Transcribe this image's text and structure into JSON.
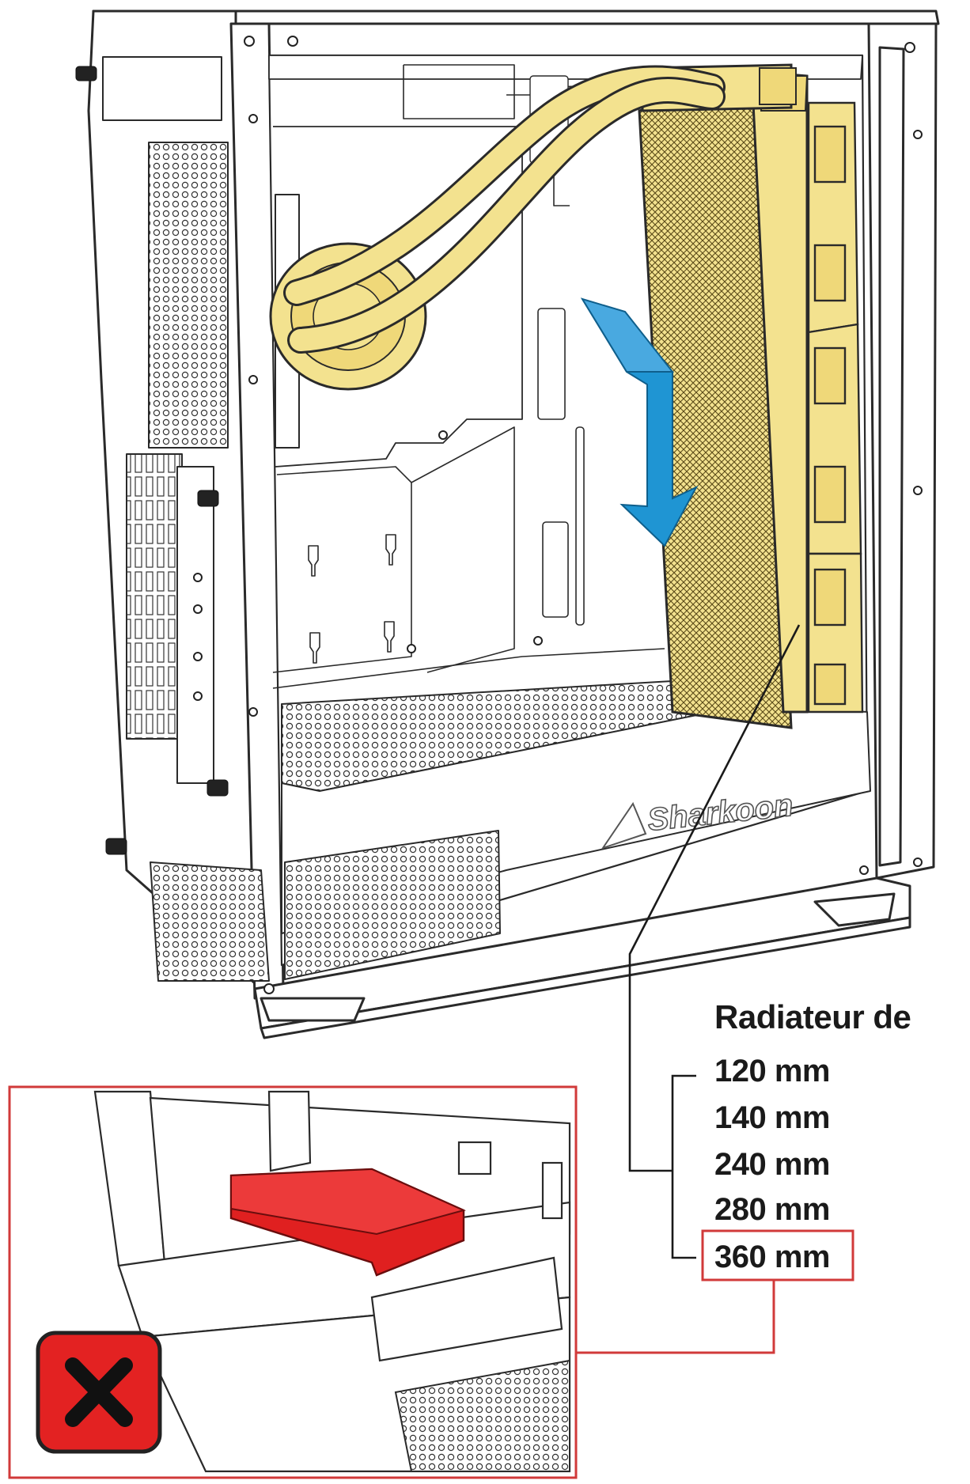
{
  "brand_logo_text": "Sharkoon",
  "radiator_label": {
    "title": "Radiateur de",
    "sizes": [
      "120 mm",
      "140 mm",
      "240 mm",
      "280 mm",
      "360 mm"
    ],
    "highlighted_size": "360 mm"
  },
  "colors": {
    "radiator_fill": "#f3e28f",
    "arrow_fill": "#1f95d3",
    "drive_cage_fill": "#e02020",
    "warning_box_fill": "#e32222",
    "highlight_border": "#d13a3a",
    "line_art": "#2a2a2a"
  },
  "icons": {
    "warning": "cross-icon",
    "direction": "down-arrow-icon"
  }
}
